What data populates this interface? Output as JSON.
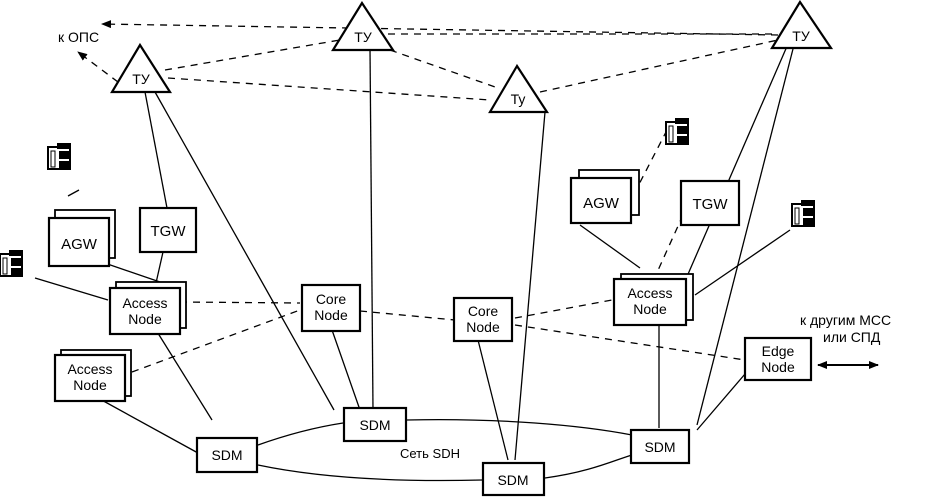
{
  "diagram": {
    "title": "NGN network structure over SDH",
    "colors": {
      "stroke": "#000000",
      "background": "#ffffff"
    },
    "tu_nodes": [
      {
        "id": "tu1",
        "label": "ТУ"
      },
      {
        "id": "tu2",
        "label": "ТУ"
      },
      {
        "id": "tu3",
        "label": "Ту"
      },
      {
        "id": "tu4",
        "label": "ТУ"
      }
    ],
    "boxes": [
      {
        "id": "agw-left",
        "lines": [
          "AGW"
        ],
        "stacked": true
      },
      {
        "id": "tgw-left",
        "lines": [
          "TGW"
        ],
        "stacked": false
      },
      {
        "id": "access-left-top",
        "lines": [
          "Access",
          "Node"
        ],
        "stacked": true
      },
      {
        "id": "access-left-bottom",
        "lines": [
          "Access",
          "Node"
        ],
        "stacked": true
      },
      {
        "id": "core-1",
        "lines": [
          "Core",
          "Node"
        ],
        "stacked": false
      },
      {
        "id": "core-2",
        "lines": [
          "Core",
          "Node"
        ],
        "stacked": false
      },
      {
        "id": "agw-right",
        "lines": [
          "AGW"
        ],
        "stacked": true
      },
      {
        "id": "tgw-right",
        "lines": [
          "TGW"
        ],
        "stacked": false
      },
      {
        "id": "access-right",
        "lines": [
          "Access",
          "Node"
        ],
        "stacked": true
      },
      {
        "id": "edge",
        "lines": [
          "Edge",
          "Node"
        ],
        "stacked": false
      },
      {
        "id": "sdm-left",
        "lines": [
          "SDM"
        ],
        "stacked": false
      },
      {
        "id": "sdm-center",
        "lines": [
          "SDM"
        ],
        "stacked": false
      },
      {
        "id": "sdm-bottom",
        "lines": [
          "SDM"
        ],
        "stacked": false
      },
      {
        "id": "sdm-right",
        "lines": [
          "SDM"
        ],
        "stacked": false
      }
    ],
    "annotations": {
      "to_ops": "к ОПС",
      "to_other_line1": "к другим МСС",
      "to_other_line2": "или СПД",
      "sdh_ring": "Сеть SDH"
    },
    "terminal_icons": [
      "terminal-icon",
      "terminal-icon",
      "terminal-icon",
      "terminal-icon"
    ]
  }
}
